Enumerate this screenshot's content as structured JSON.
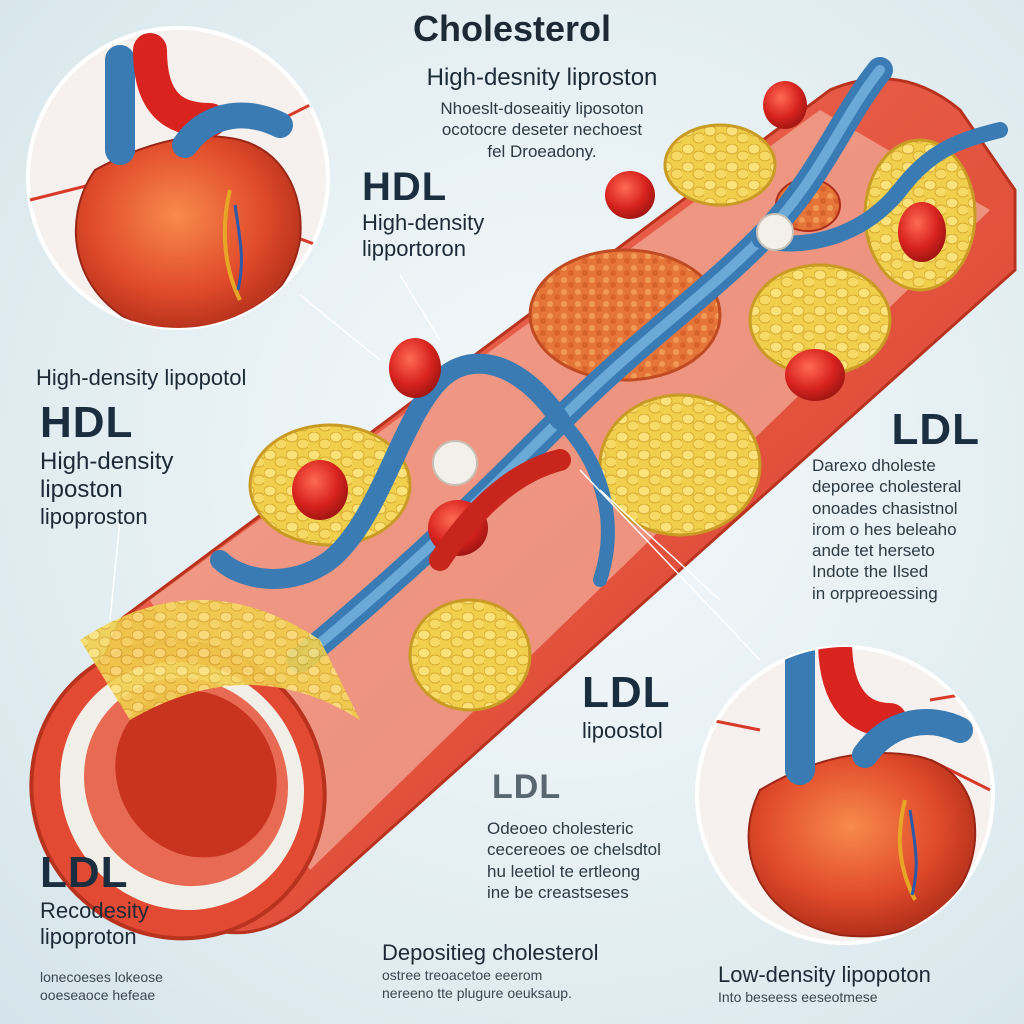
{
  "header": {
    "title": "Cholesterol",
    "subtitle": "High-desnity liproston",
    "blurb": [
      "Nhoeslt-doseaitiy liposoton",
      "ocotocre deseter nechoest",
      "fel Droeadony."
    ]
  },
  "hdl_center": {
    "heading": "HDL",
    "line1": "High-density",
    "line2": "lipportoron"
  },
  "left_heart_caption": "High-density lipopotol",
  "hdl_left": {
    "heading": "HDL",
    "line1": "High-density",
    "line2": "liposton",
    "line3": "lipoproston"
  },
  "ldl_right": {
    "heading": "LDL",
    "lines": [
      "Darexo dholeste",
      "deporee cholesteral",
      "onoades chasistnol",
      "irom o hes beleaho",
      "ande tet herseto",
      "Indote the Ilsed",
      "in orppreoessing"
    ]
  },
  "ldl_middle": {
    "heading": "LDL",
    "line1": "lipoostol"
  },
  "ldl_lower": {
    "heading": "LDL",
    "lines": [
      "Odeoeo cholesteric",
      "cecereoes oe chelsdtol",
      "hu leetiol te ertleong",
      "ine be creastseses"
    ]
  },
  "ldl_left": {
    "heading": "LDL",
    "line1": "Recodesity",
    "line2": "lipoproton",
    "notes": [
      "lonecoeses lokeose",
      "ooeseaoce hefeae"
    ]
  },
  "deposit": {
    "heading": "Depositieg cholesterol",
    "lines": [
      "ostree treoacetoe eeerom",
      "nereeno tte plugure oeuksaup."
    ]
  },
  "right_heart_caption": {
    "heading": "Low-density lipopoton",
    "note": "Into beseess eeseotmese"
  },
  "colors": {
    "artery": "#e8543e",
    "vessel": "#4a8ec4",
    "plaque": "#f2d35a",
    "red_cell": "#d8231e"
  }
}
